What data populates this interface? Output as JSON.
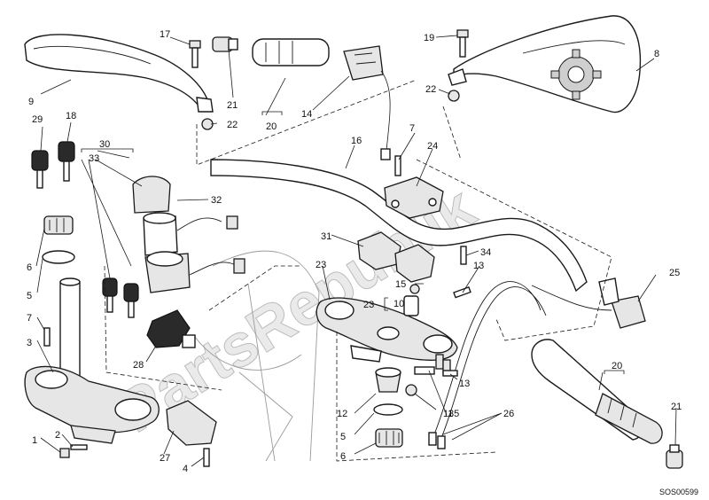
{
  "watermark": "PartsRepublik",
  "diagram_code": "SOS00599",
  "callouts": [
    "1",
    "2",
    "3",
    "4",
    "5",
    "6",
    "7",
    "8",
    "9",
    "10",
    "11",
    "12",
    "13",
    "14",
    "15",
    "16",
    "17",
    "18",
    "19",
    "20",
    "21",
    "22",
    "23",
    "24",
    "25",
    "26",
    "27",
    "28",
    "29",
    "30",
    "31",
    "32",
    "33",
    "34",
    "35"
  ],
  "labels": {
    "c1": "1",
    "c2": "2",
    "c3": "3",
    "c4": "4",
    "c5a": "5",
    "c5b": "5",
    "c6a": "6",
    "c6b": "6",
    "c7a": "7",
    "c7b": "7",
    "c8": "8",
    "c9": "9",
    "c10": "10",
    "c11": "11",
    "c12": "12",
    "c13a": "13",
    "c13b": "13",
    "c14": "14",
    "c15": "15",
    "c16": "16",
    "c17": "17",
    "c18": "18",
    "c19": "19",
    "c20a": "20",
    "c20b": "20",
    "c21a": "21",
    "c21b": "21",
    "c22a": "22",
    "c22b": "22",
    "c23a": "23",
    "c23b": "23",
    "c24": "24",
    "c25": "25",
    "c26": "26",
    "c27": "27",
    "c28": "28",
    "c29": "29",
    "c30": "30",
    "c31": "31",
    "c32": "32",
    "c33": "33",
    "c34": "34",
    "c35": "35"
  },
  "icons": [
    "gear-logo-icon"
  ]
}
